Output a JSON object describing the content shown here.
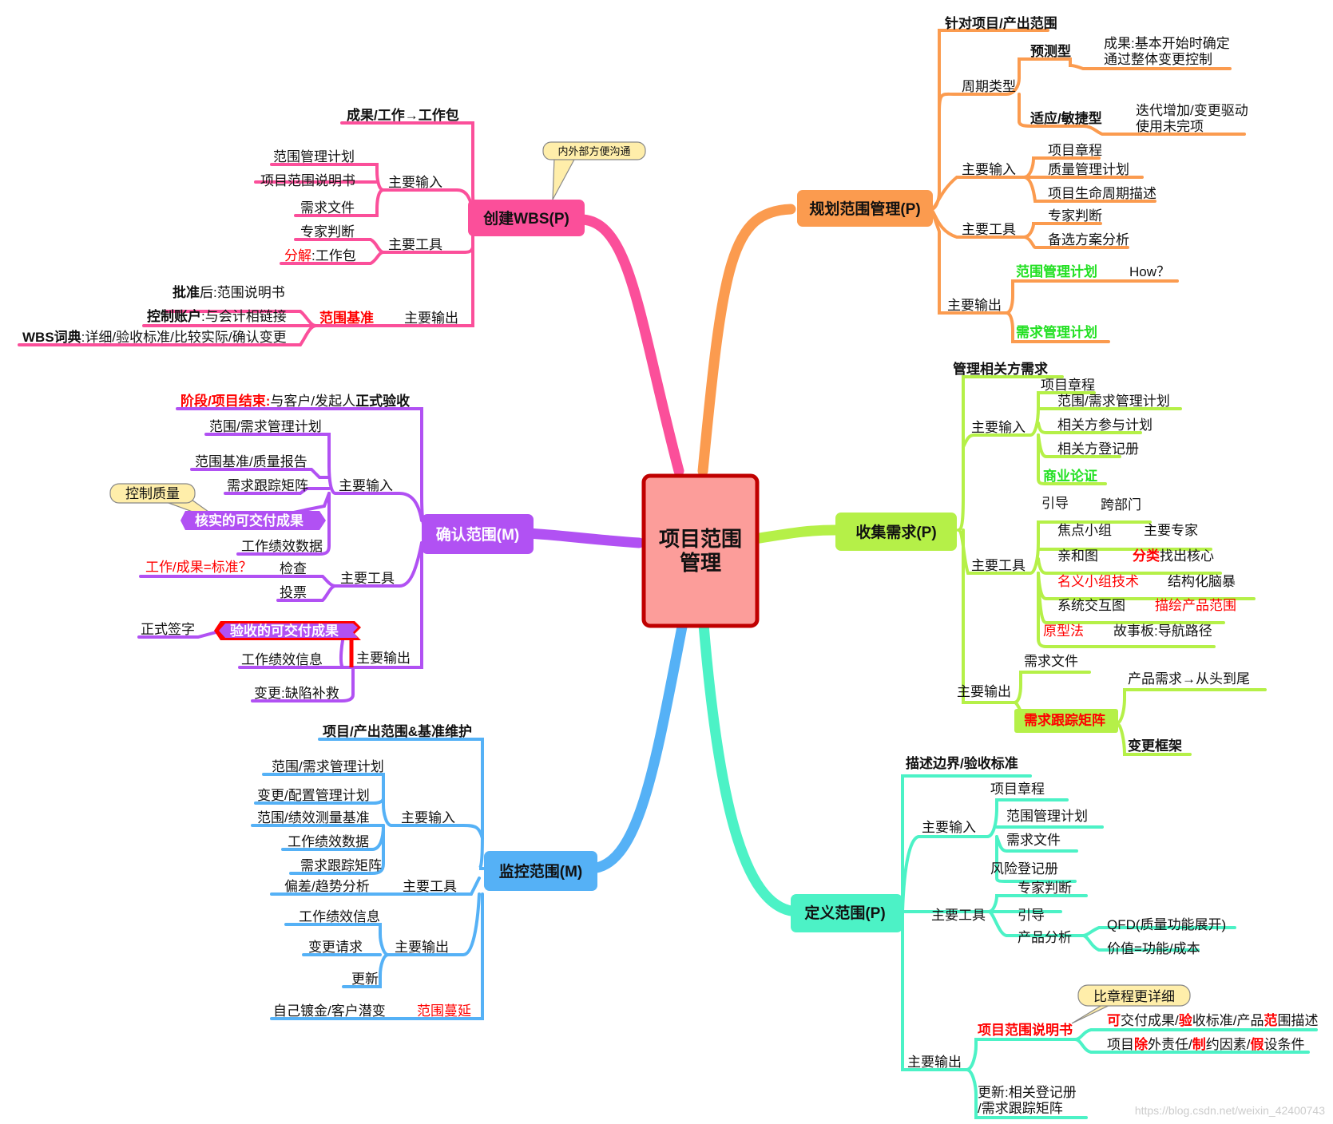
{
  "center": {
    "l1": "项目范围",
    "l2": "管理"
  },
  "colors": {
    "plan": "#fb9b4f",
    "collect": "#b5f048",
    "define": "#4cf2c6",
    "control": "#55b1f6",
    "validate": "#b151f3",
    "wbs": "#fb4f9a",
    "red": "#ff0000",
    "green": "#22e022",
    "center_fill": "#fc9d9a",
    "center_stroke": "#c00000"
  },
  "plan": {
    "title": "规划范围管理(P)",
    "target": "针对项目/产出范围",
    "cycle": "周期类型",
    "predictive": "预测型",
    "pred_n1": "成果:基本开始时确定",
    "pred_n2": "通过整体变更控制",
    "adaptive": "适应/敏捷型",
    "adap_n1": "迭代增加/变更驱动",
    "adap_n2": "使用未完项",
    "input": "主要输入",
    "in1": "项目章程",
    "in2": "质量管理计划",
    "in3": "项目生命周期描述",
    "tools": "主要工具",
    "t1": "专家判断",
    "t2": "备选方案分析",
    "output": "主要输出",
    "o1": "范围管理计划",
    "o1_note": "How？",
    "o2": "需求管理计划"
  },
  "collect": {
    "title": "收集需求(P)",
    "target": "管理相关方需求",
    "input": "主要输入",
    "in1": "项目章程",
    "in2": "范围/需求管理计划",
    "in3": "相关方参与计划",
    "in4": "相关方登记册",
    "in5": "商业论证",
    "tools": "主要工具",
    "t_guide": "引导",
    "t_guide_n": "跨部门",
    "t_focus": "焦点小组",
    "t_focus_n": "主要专家",
    "t_affinity": "亲和图",
    "t_affinity_n_red": "分类",
    "t_affinity_n": "找出核心",
    "t_nominal": "名义小组技术",
    "t_nominal_n": "结构化脑暴",
    "t_system": "系统交互图",
    "t_system_n": "描绘产品范围",
    "t_proto": "原型法",
    "t_proto_n": "故事板:导航路径",
    "output": "主要输出",
    "o1": "需求文件",
    "o2": "需求跟踪矩阵",
    "o2_n1": "产品需求→从头到尾",
    "o2_n2": "变更框架"
  },
  "define": {
    "title": "定义范围(P)",
    "target": "描述边界/验收标准",
    "input": "主要输入",
    "in1": "项目章程",
    "in2": "范围管理计划",
    "in3": "需求文件",
    "in4": "风险登记册",
    "tools": "主要工具",
    "t1": "专家判断",
    "t2": "引导",
    "t3": "产品分析",
    "t3_n1": "QFD(质量功能展开)",
    "t3_n2": "价值=功能/成本",
    "output": "主要输出",
    "callout": "比章程更详细",
    "o1": "项目范围说明书",
    "o1_a": [
      "可",
      "交付成果/",
      "验",
      "收标准/产品",
      "范",
      "围描述"
    ],
    "o1_b": [
      "项目",
      "除",
      "外责任/",
      "制",
      "约因素/",
      "假",
      "设条件"
    ],
    "o2_l1": "更新:相关登记册",
    "o2_l2": "/需求跟踪矩阵"
  },
  "control": {
    "title": "监控范围(M)",
    "target": "项目/产出范围&基准维护",
    "input": "主要输入",
    "in1": "范围/需求管理计划",
    "in2": "变更/配置管理计划",
    "in3": "范围/绩效测量基准",
    "in4": "工作绩效数据",
    "in5": "需求跟踪矩阵",
    "tools": "主要工具",
    "t1": "偏差/趋势分析",
    "output": "主要输出",
    "o1": "工作绩效信息",
    "o2": "变更请求",
    "o3": "更新",
    "creep": "范围蔓延",
    "creep_n": "自己镀金/客户潜变"
  },
  "validate": {
    "title": "确认范围(M)",
    "target_red": "阶段/项目结束:",
    "target_mid": "与客户/发起人",
    "target_bold": "正式验收",
    "input": "主要输入",
    "in1": "范围/需求管理计划",
    "in2": "范围基准/质量报告",
    "in3": "需求跟踪矩阵",
    "callout": "控制质量",
    "in4": "核实的可交付成果",
    "in5": "工作绩效数据",
    "tools": "主要工具",
    "t1": "检查",
    "t1_note": "工作/成果=标准？",
    "t2": "投票",
    "output": "主要输出",
    "o1": "验收的可交付成果",
    "o1_n": "正式签字",
    "o2": "工作绩效信息",
    "o3": "变更:缺陷补救"
  },
  "wbs": {
    "title": "创建WBS(P)",
    "callout": "内外部方便沟通",
    "target": "成果/工作→工作包",
    "input": "主要输入",
    "in1": "范围管理计划",
    "in2": "项目范围说明书",
    "in3": "需求文件",
    "tools": "主要工具",
    "t1": "专家判断",
    "t2_red": "分解",
    "t2": ":工作包",
    "output": "主要输出",
    "baseline": "范围基准",
    "b1_bold": "批准",
    "b1": "后:范围说明书",
    "b2_bold": "控制账户",
    "b2": ":与会计相链接",
    "b3_bold": "WBS词典",
    "b3": ":详细/验收标准/比较实际/确认变更"
  },
  "watermark": "https://blog.csdn.net/weixin_42400743"
}
